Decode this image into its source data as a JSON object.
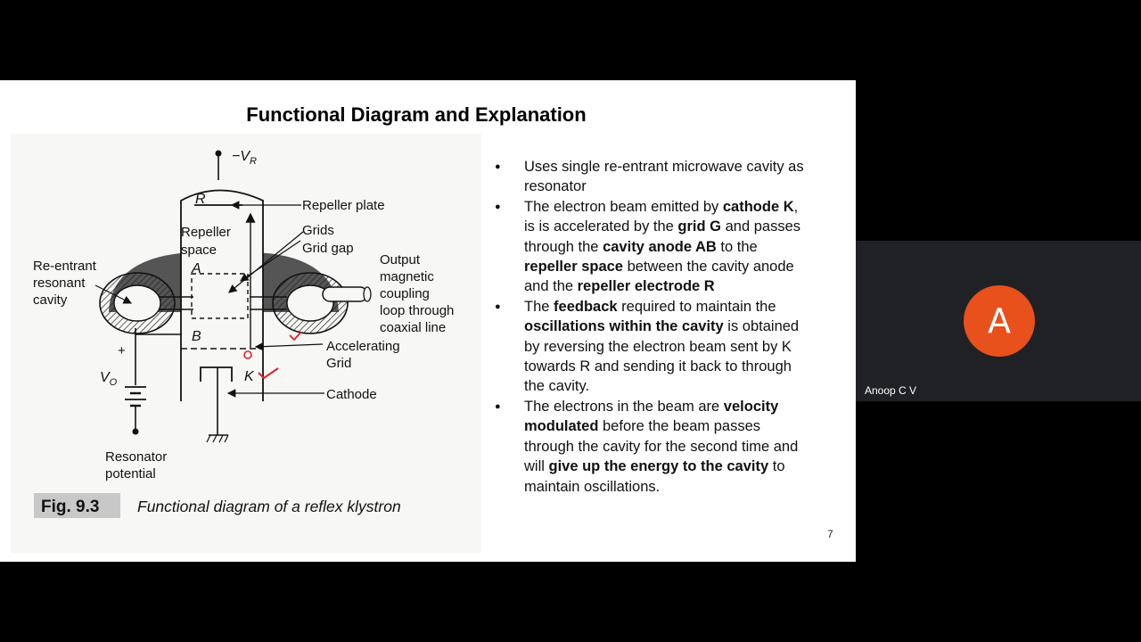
{
  "slide": {
    "title": "Functional Diagram and Explanation",
    "page_number": "7",
    "bullets": [
      [
        {
          "t": "Uses single re-entrant microwave cavity as resonator",
          "b": false
        }
      ],
      [
        {
          "t": "The electron beam emitted by ",
          "b": false
        },
        {
          "t": "cathode K",
          "b": true
        },
        {
          "t": ", is is accelerated by the ",
          "b": false
        },
        {
          "t": "grid G",
          "b": true
        },
        {
          "t": " and passes through the ",
          "b": false
        },
        {
          "t": "cavity anode AB",
          "b": true
        },
        {
          "t": " to the ",
          "b": false
        },
        {
          "t": "repeller space",
          "b": true
        },
        {
          "t": " between the cavity anode and the ",
          "b": false
        },
        {
          "t": "repeller electrode R",
          "b": true
        }
      ],
      [
        {
          "t": "The ",
          "b": false
        },
        {
          "t": "feedback",
          "b": true
        },
        {
          "t": " required to maintain the ",
          "b": false
        },
        {
          "t": "oscillations within the cavity",
          "b": true
        },
        {
          "t": " is obtained by reversing the electron beam sent by K towards R and sending it back to through the cavity.",
          "b": false
        }
      ],
      [
        {
          "t": "The electrons in the beam are ",
          "b": false
        },
        {
          "t": "velocity modulated",
          "b": true
        },
        {
          "t": " before the beam passes through the cavity for the second time and will ",
          "b": false
        },
        {
          "t": "give up the energy to the cavity",
          "b": true
        },
        {
          "t": " to maintain oscillations.",
          "b": false
        }
      ]
    ]
  },
  "figure": {
    "labels": {
      "vr": "−V",
      "vr_sub": "R",
      "r": "R",
      "repeller_plate": "Repeller plate",
      "repeller_space_1": "Repeller",
      "repeller_space_2": "space",
      "grids": "Grids",
      "grid_gap": "Grid gap",
      "reentrant_1": "Re-entrant",
      "reentrant_2": "resonant",
      "reentrant_3": "cavity",
      "a": "A",
      "output_1": "Output",
      "output_2": "magnetic",
      "output_3": "coupling",
      "output_4": "loop through",
      "output_5": "coaxial line",
      "b": "B",
      "plus": "+",
      "accel_1": "Accelerating",
      "accel_2": "Grid",
      "vo": "V",
      "vo_sub": "O",
      "k": "K",
      "cathode": "Cathode",
      "resonator_1": "Resonator",
      "resonator_2": "potential",
      "fig_num": "Fig. 9.3",
      "fig_caption": "Functional diagram of a reflex klystron"
    }
  },
  "participant": {
    "name": "Anoop C V",
    "initial": "A",
    "avatar_color": "#e8501c"
  }
}
